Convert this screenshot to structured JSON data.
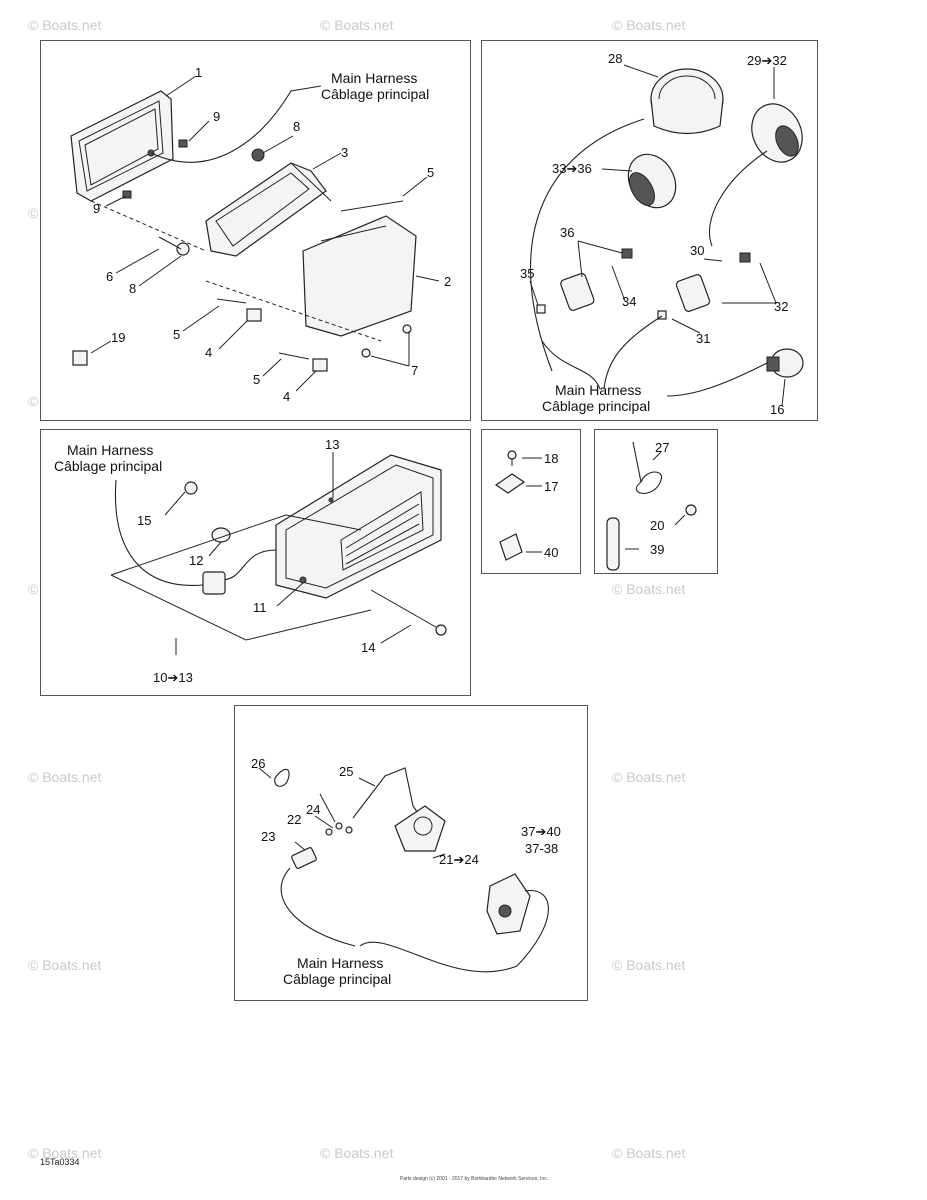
{
  "watermark": "© Boats.net",
  "harness": {
    "en": "Main Harness",
    "fr": "Câblage principal"
  },
  "panels": {
    "headlight": {
      "labels": [
        "1",
        "9",
        "8",
        "3",
        "5",
        "9",
        "6",
        "8",
        "2",
        "5",
        "4",
        "19",
        "5",
        "4",
        "7"
      ]
    },
    "gauges": {
      "labels": [
        "28",
        "29➔32",
        "33➔36",
        "36",
        "35",
        "34",
        "30",
        "32",
        "31",
        "16"
      ]
    },
    "small_a": {
      "labels": [
        "18",
        "17",
        "40"
      ]
    },
    "small_b": {
      "labels": [
        "27",
        "20",
        "39"
      ]
    },
    "taillight": {
      "labels": [
        "13",
        "15",
        "12",
        "11",
        "14",
        "10➔13"
      ]
    },
    "switches": {
      "labels": [
        "26",
        "25",
        "24",
        "22",
        "23",
        "21➔24",
        "37➔40",
        "37-38"
      ]
    }
  },
  "footer": {
    "code": "15Ta0334",
    "copyright_line1": "Parts design (c) 2001 - 2017 by Bombardier Network Services, Inc."
  }
}
